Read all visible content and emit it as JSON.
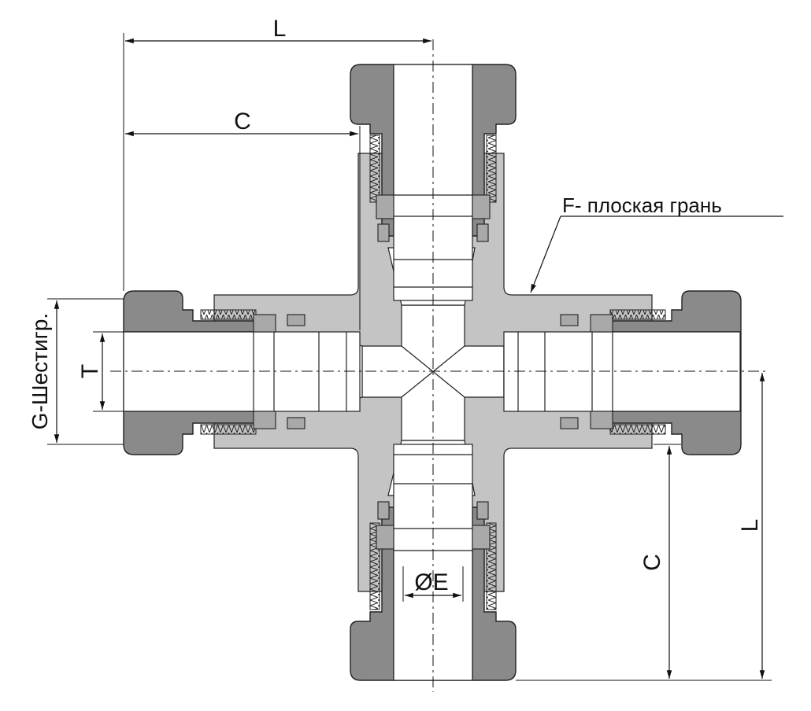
{
  "labels": {
    "dim_L_top": "L",
    "dim_C_top": "C",
    "flat_face": "F- плоская грань",
    "hex": "G-Шестигр.",
    "tube_T": "T",
    "bore_E": "ØE",
    "dim_C_right": "C",
    "dim_L_right": "L"
  },
  "colors": {
    "body": "#c4c4c4",
    "nut": "#8a8a8a",
    "ferrule": "#a9a9a9",
    "line": "#111111"
  }
}
